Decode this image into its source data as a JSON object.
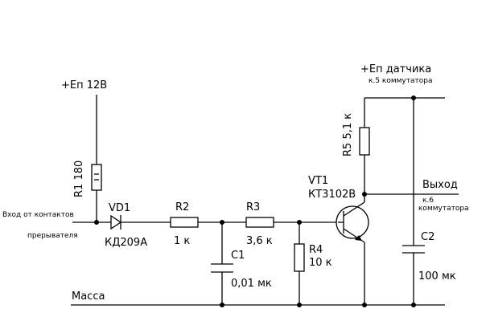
{
  "power": {
    "supply_label": "+Еп 12В",
    "sensor_supply_label": "+Еп датчика",
    "sensor_supply_sublabel": "к.5 коммутатора"
  },
  "input": {
    "label": "Вход от контактов",
    "label2": "прерывателя"
  },
  "output": {
    "label": "Выход",
    "sublabel_1": "к.6",
    "sublabel_2": "коммутатора"
  },
  "ground": {
    "label": "Масса"
  },
  "components": {
    "r1": {
      "ref": "R1",
      "value": "180"
    },
    "vd1": {
      "ref": "VD1",
      "type": "КД209А"
    },
    "r2": {
      "ref": "R2",
      "value": "1 к"
    },
    "r3": {
      "ref": "R3",
      "value": "3,6 к"
    },
    "r4": {
      "ref": "R4",
      "value": "10 к"
    },
    "r5": {
      "ref": "R5",
      "value": "5,1 к"
    },
    "c1": {
      "ref": "C1",
      "value": "0,01 мк"
    },
    "c2": {
      "ref": "C2",
      "value": "100 мк"
    },
    "vt1": {
      "ref": "VT1",
      "type": "КТ3102В"
    }
  }
}
